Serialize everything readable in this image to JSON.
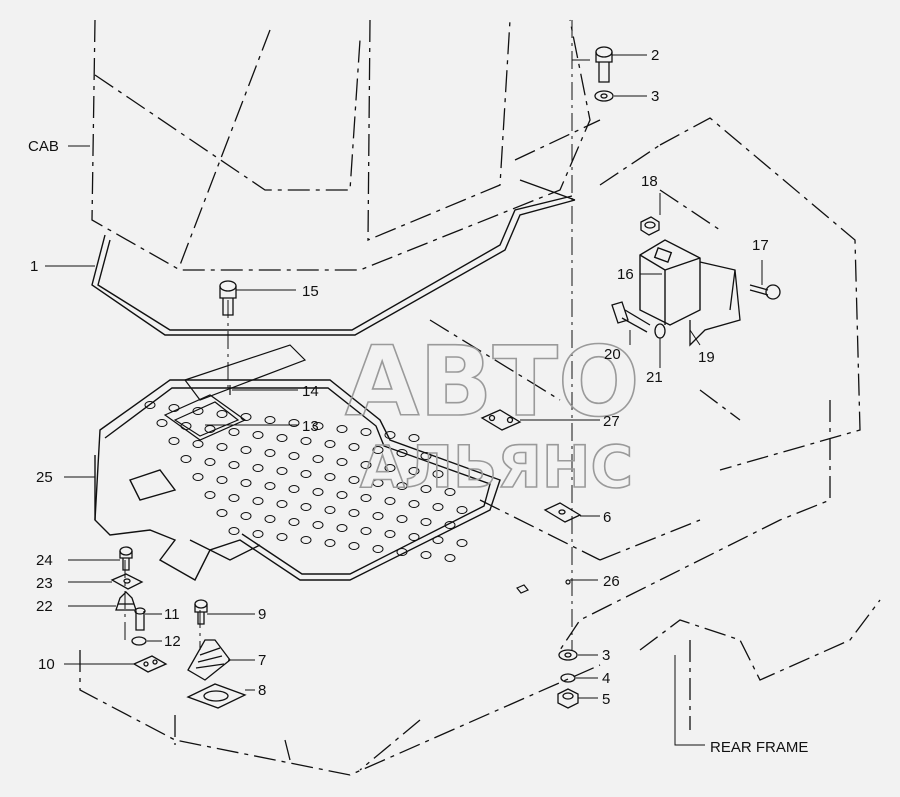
{
  "texts": {
    "cab": "CAB",
    "rear_frame": "REAR FRAME",
    "watermark_line1": "АВТО",
    "watermark_line2": "АЛЬЯНС"
  },
  "callouts": [
    {
      "id": "1",
      "label": "1"
    },
    {
      "id": "2",
      "label": "2"
    },
    {
      "id": "3a",
      "label": "3"
    },
    {
      "id": "3b",
      "label": "3"
    },
    {
      "id": "4",
      "label": "4"
    },
    {
      "id": "5",
      "label": "5"
    },
    {
      "id": "6",
      "label": "6"
    },
    {
      "id": "7",
      "label": "7"
    },
    {
      "id": "8",
      "label": "8"
    },
    {
      "id": "9",
      "label": "9"
    },
    {
      "id": "10",
      "label": "10"
    },
    {
      "id": "11",
      "label": "11"
    },
    {
      "id": "12",
      "label": "12"
    },
    {
      "id": "13",
      "label": "13"
    },
    {
      "id": "14",
      "label": "14"
    },
    {
      "id": "15",
      "label": "15"
    },
    {
      "id": "16",
      "label": "16"
    },
    {
      "id": "17",
      "label": "17"
    },
    {
      "id": "18",
      "label": "18"
    },
    {
      "id": "19",
      "label": "19"
    },
    {
      "id": "20",
      "label": "20"
    },
    {
      "id": "21",
      "label": "21"
    },
    {
      "id": "22",
      "label": "22"
    },
    {
      "id": "23",
      "label": "23"
    },
    {
      "id": "24",
      "label": "24"
    },
    {
      "id": "25",
      "label": "25"
    },
    {
      "id": "26",
      "label": "26"
    },
    {
      "id": "27",
      "label": "27"
    }
  ],
  "colors": {
    "background": "#f2f2f2",
    "line": "#111111",
    "watermark": "#9a9a9a"
  }
}
